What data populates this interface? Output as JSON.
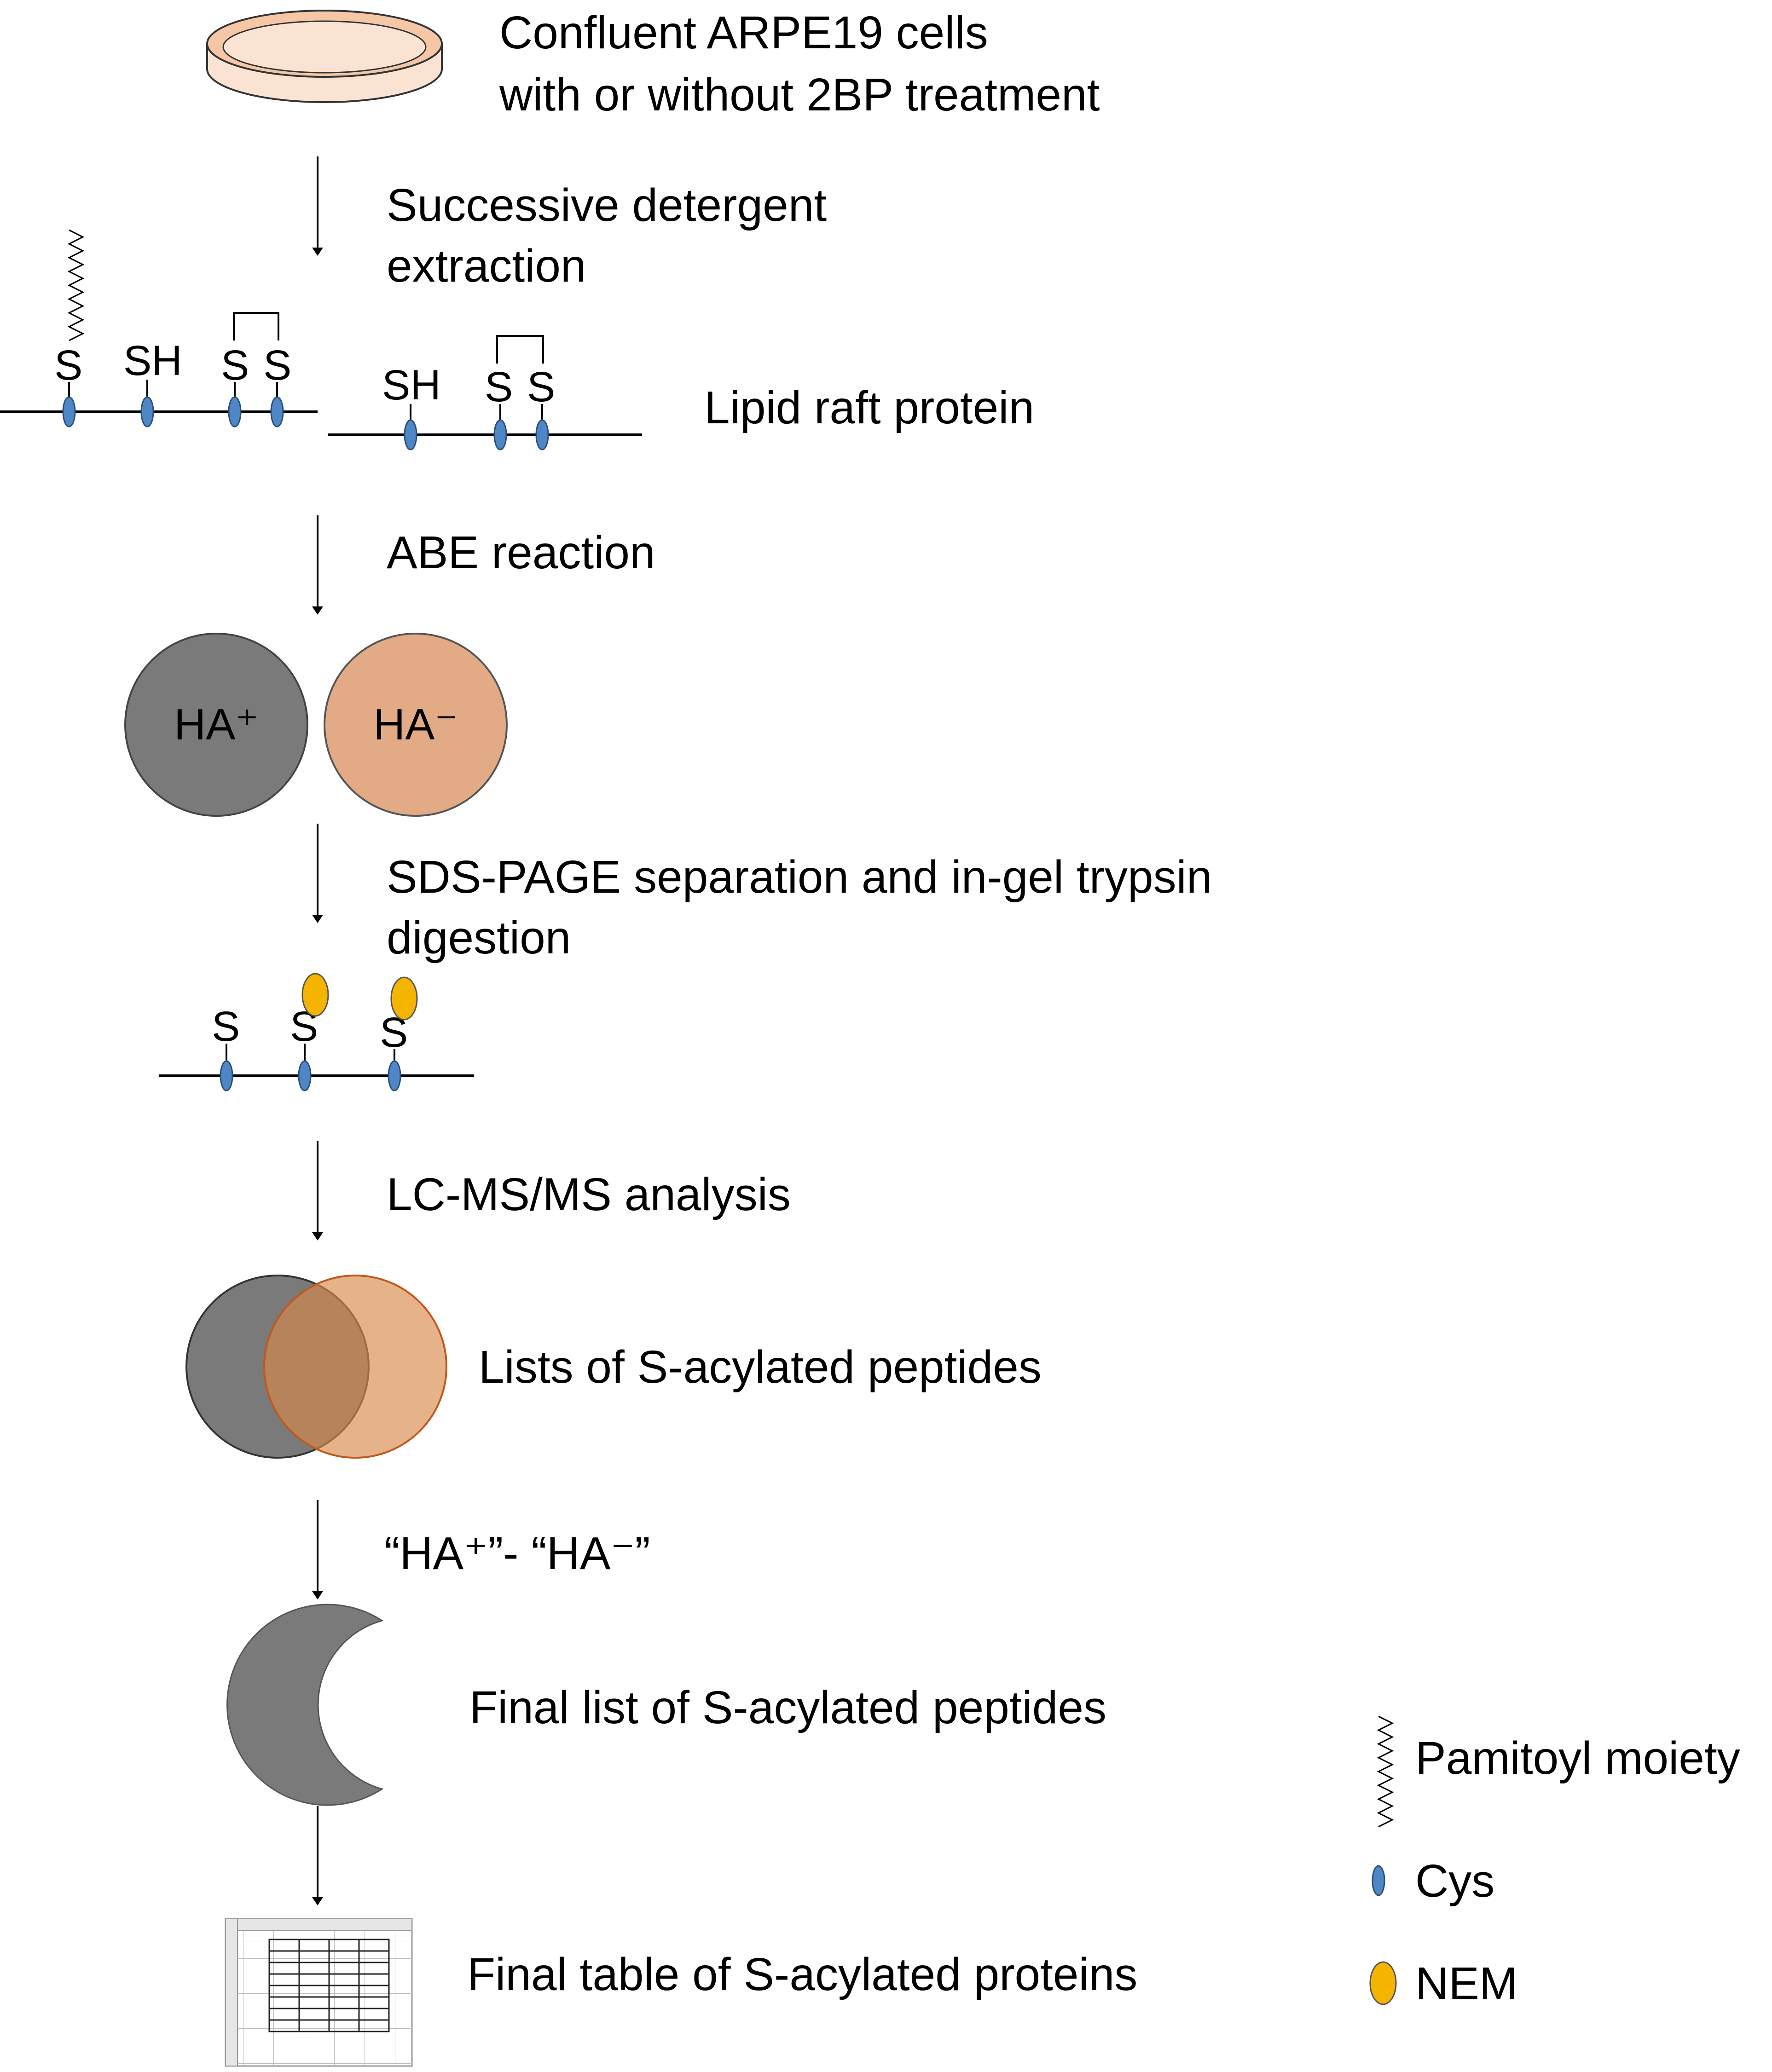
{
  "steps": {
    "start_line1": "Confluent ARPE19 cells",
    "start_line2": "with or without 2BP treatment",
    "extraction_line1": "Successive detergent",
    "extraction_line2": "extraction",
    "lipid_raft": "Lipid raft protein",
    "abe": "ABE reaction",
    "sds_line1": "SDS-PAGE separation and in-gel trypsin",
    "sds_line2": "digestion",
    "lcms": "LC-MS/MS analysis",
    "lists": "Lists of S-acylated peptides",
    "difference": "“HA⁺”- “HA⁻”",
    "final_list": "Final list of S-acylated peptides",
    "final_table": "Final table of S-acylated proteins"
  },
  "circles": {
    "ha_plus": "HA⁺",
    "ha_minus": "HA⁻"
  },
  "atoms": {
    "s": "S",
    "sh": "SH"
  },
  "legend": {
    "palmitoyl": "Pamitoyl moiety",
    "cys": "Cys",
    "nem": "NEM"
  },
  "colors": {
    "ha_plus_fill": "#7a7a7a",
    "ha_minus_fill": "#e2ab86",
    "cys_fill": "#4f86c6",
    "nem_fill": "#f5b400",
    "dish_fill": "#fbe3d3"
  }
}
